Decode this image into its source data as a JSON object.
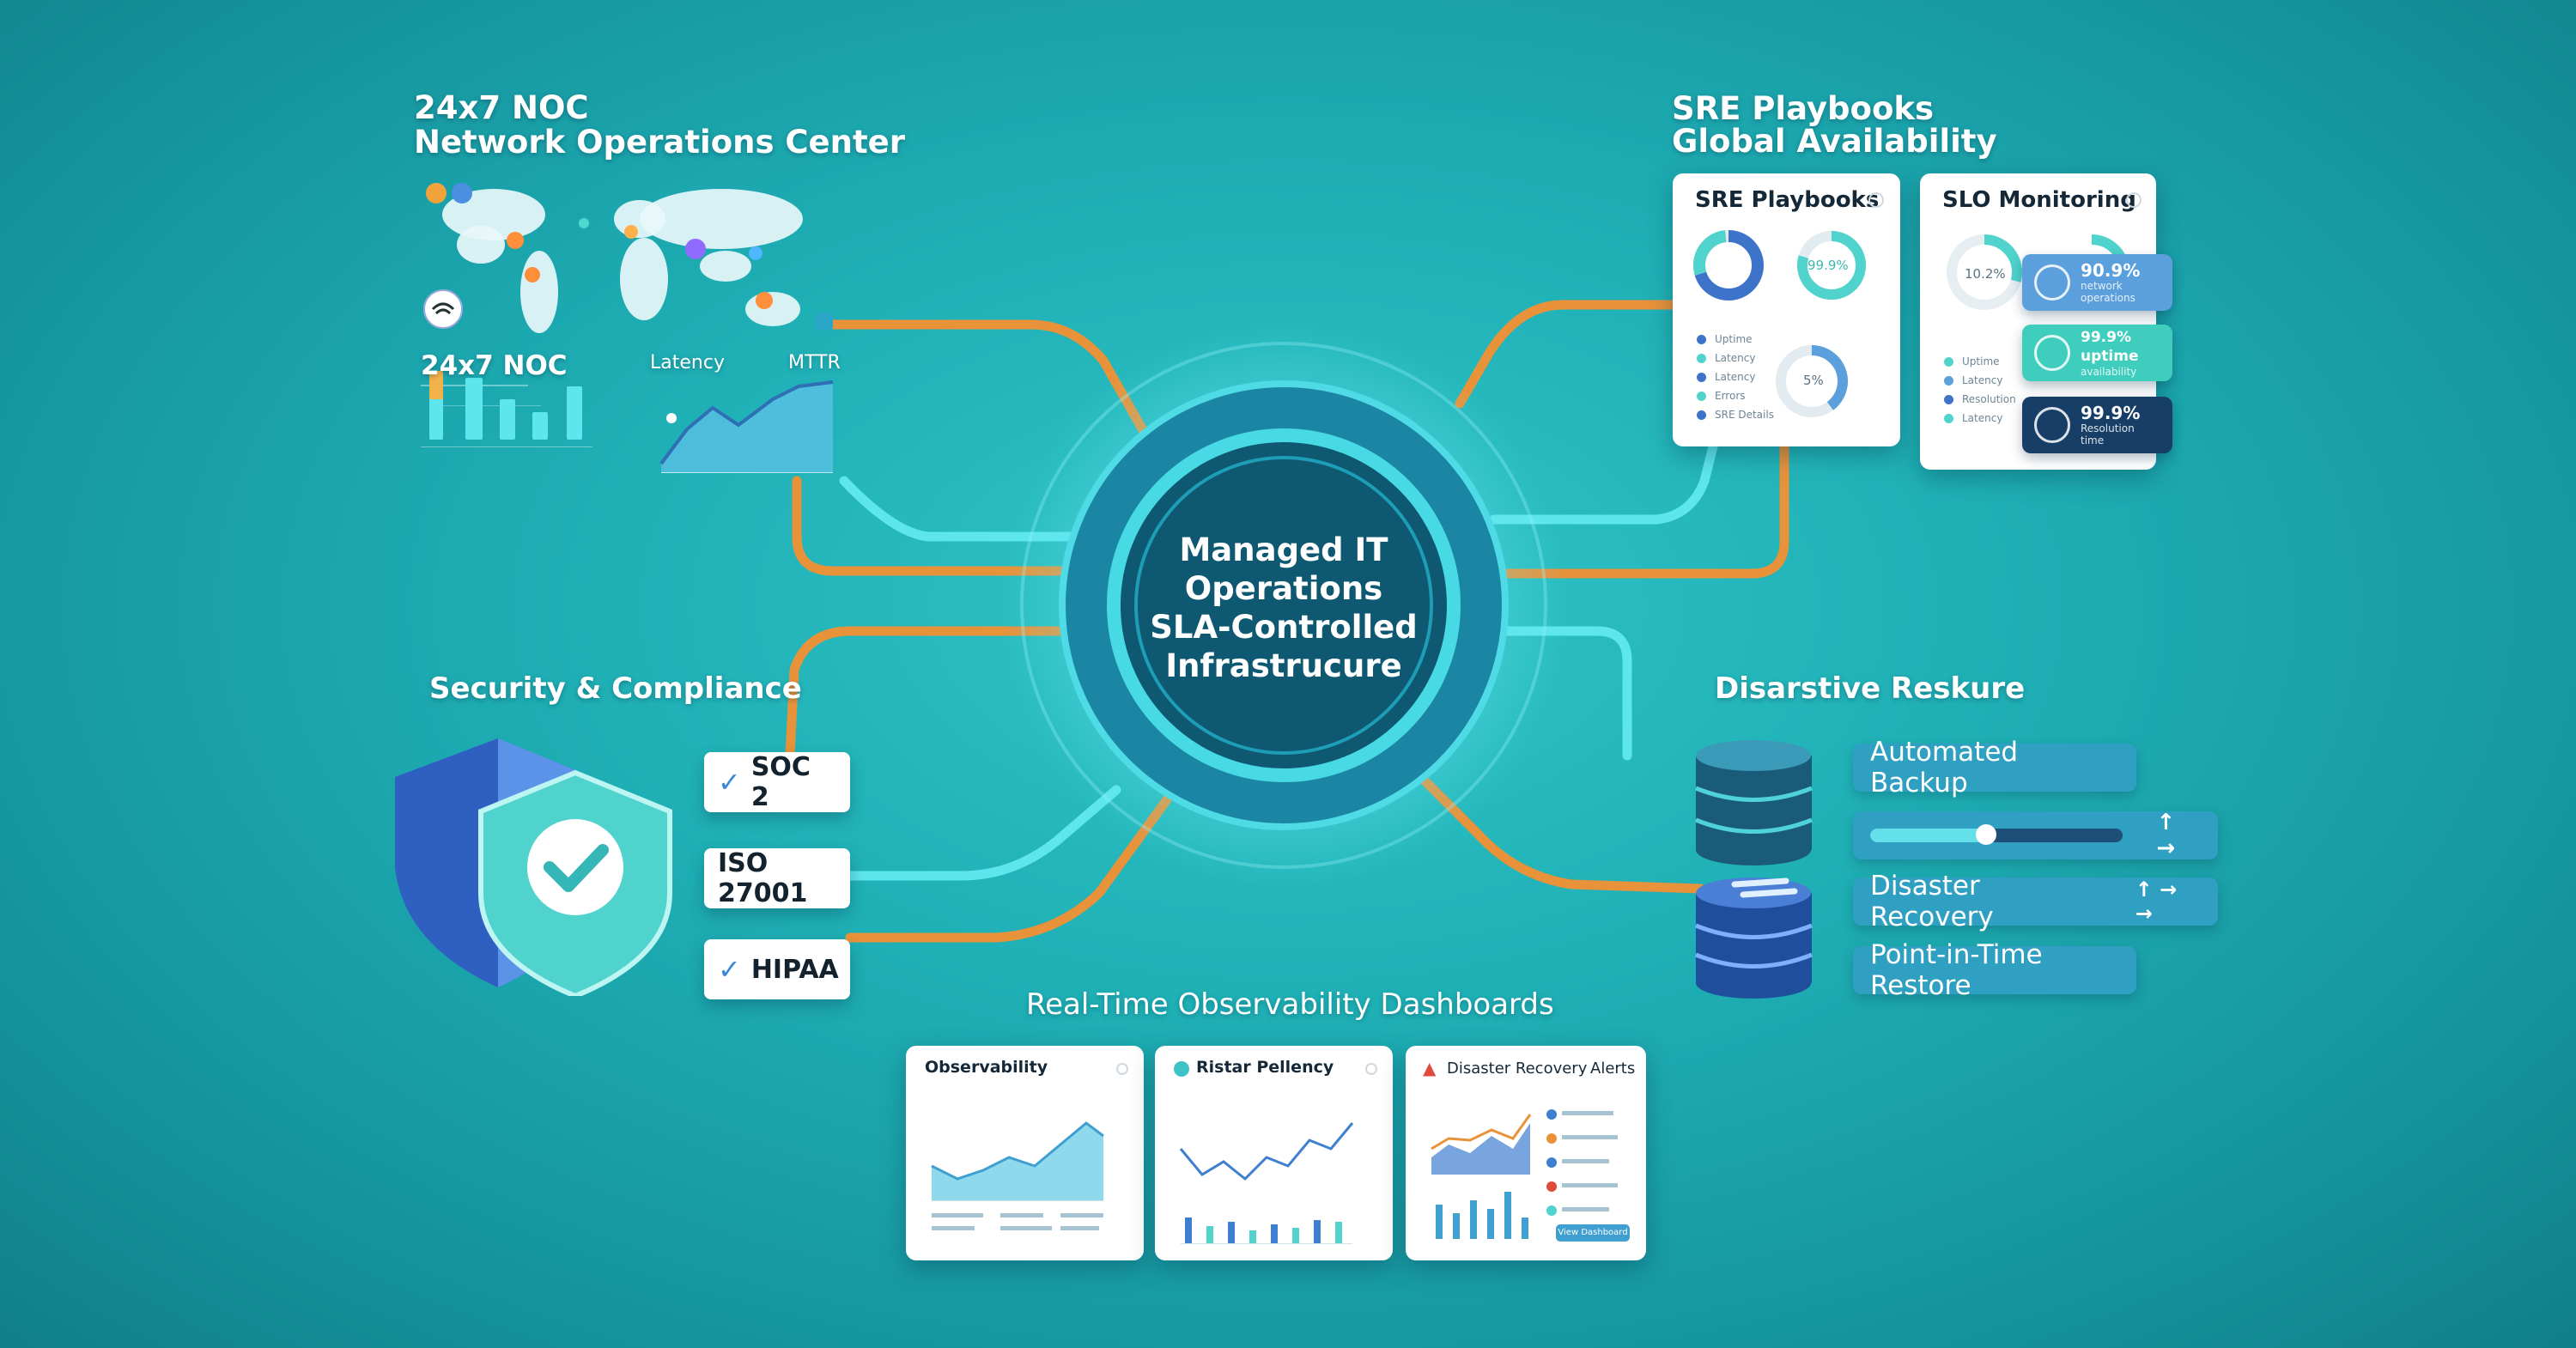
{
  "center": {
    "line1": "Managed IT",
    "line2": "Operations",
    "line3": "SLA-Controlled",
    "line4": "Infrastrucure"
  },
  "noc": {
    "title_line1": "24x7 NOC",
    "title_line2": "Network Operations Center",
    "panel_label": "24x7 NOC",
    "latency_label": "Latency",
    "mttr_label": "MTTR"
  },
  "sre": {
    "title_line1": "SRE Playbooks",
    "title_line2": "Global Availability",
    "playbooks_card_title": "SRE Playbooks",
    "playbooks_donut_value": "99.9%",
    "playbooks_donut2_value": "5%",
    "playbooks_list": [
      "Uptime",
      "Latency",
      "Latency",
      "Errors",
      "SRE Details"
    ],
    "slo_card_title": "SLO Monitoring",
    "slo_donut_value": "10.2%",
    "slo_list": [
      "Uptime",
      "Latency",
      "Resolution",
      "Latency"
    ],
    "slo_tags": [
      {
        "value": "90.9%",
        "sub": "network operations",
        "color": "#5b9fdc"
      },
      {
        "value": "99.9% uptime",
        "sub": "availability",
        "color": "#3fcdbd"
      },
      {
        "value": "99.9%",
        "sub": "Resolution time",
        "color": "#173e66"
      }
    ]
  },
  "security": {
    "title": "Security & Compliance",
    "badges": [
      "SOC 2",
      "ISO 27001",
      "HIPAA"
    ]
  },
  "disaster": {
    "title": "Disarstive Reskure",
    "items": [
      "Automated Backup",
      "Disaster Recovery",
      "Point-in-Time Restore"
    ],
    "progress": 0.45,
    "arrows": "↑ →",
    "recovery_arrows": "↑ → →"
  },
  "observability": {
    "title": "Real-Time Observability Dashboards",
    "cards": [
      {
        "title": "Observability"
      },
      {
        "title": "Ristar Pellency"
      },
      {
        "title": "Disaster Recovery",
        "title_right": "Alerts"
      }
    ],
    "alerts_button": "View Dashboard"
  },
  "colors": {
    "orange": "#e8923a",
    "cyan": "#5ee6ef",
    "hub_dark": "#0f5872",
    "hub_ring": "#47d9e4"
  }
}
